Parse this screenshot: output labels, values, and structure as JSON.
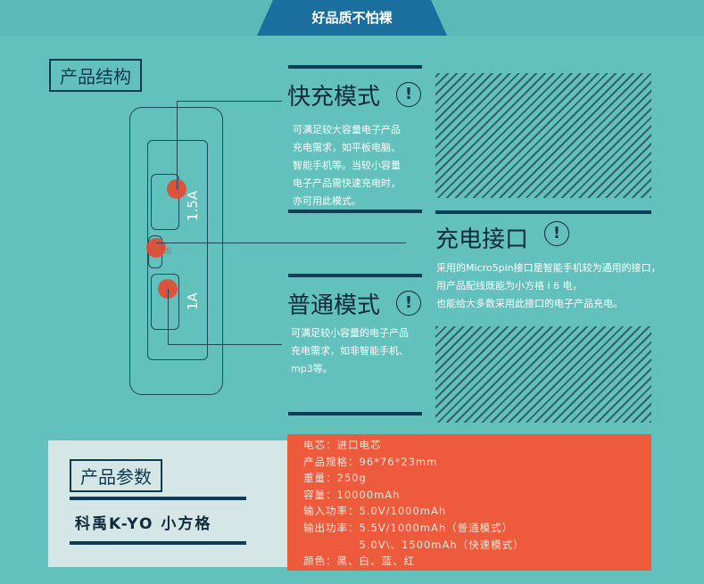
{
  "banner": {
    "title": "好品质不怕裸"
  },
  "structure": {
    "title": "产品结构",
    "port_fast": "1.5A",
    "port_in": "in",
    "port_normal": "1A"
  },
  "fast": {
    "title": "快充模式",
    "icon": "exclamation-icon",
    "lines": [
      "可满足较大容量电子产品",
      "充电需求，如平板电脑、",
      "智能手机等。当较小容量",
      "电子产品需快速充电时，",
      "亦可用此模式。"
    ]
  },
  "normal": {
    "title": "普通模式",
    "icon": "exclamation-icon",
    "lines": [
      "可满足较小容量的电子产品",
      "充电需求，如非智能手机、",
      "mp3等。"
    ]
  },
  "port": {
    "title": "充电接口",
    "icon": "exclamation-icon",
    "lines": [
      "采用的Micro5pin接口是智能手机较为通用的接口，",
      "用产品配线既能为小方格 i 6 电，",
      "也能给大多数采用此接口的电子产品充电。"
    ]
  },
  "params": {
    "title": "产品参数",
    "product_name": "科禹K-YO 小方格"
  },
  "specs": [
    "电芯：进口电芯",
    "产品规格：96*76*23mm",
    "重量：250g",
    "容量：10000mAh",
    "输入功率：5.0V/1000mAh",
    "输出功率：5.5V/1000mAh（普通模式）",
    "　　　　　5.0V\\、1500mAh（快速模式）",
    "颜色：黑、白、蓝、红"
  ],
  "colors": {
    "teal": "#62c0bd",
    "navy": "#0f3d58",
    "orange": "#ee5b3c",
    "banner": "#1a6f9e"
  }
}
